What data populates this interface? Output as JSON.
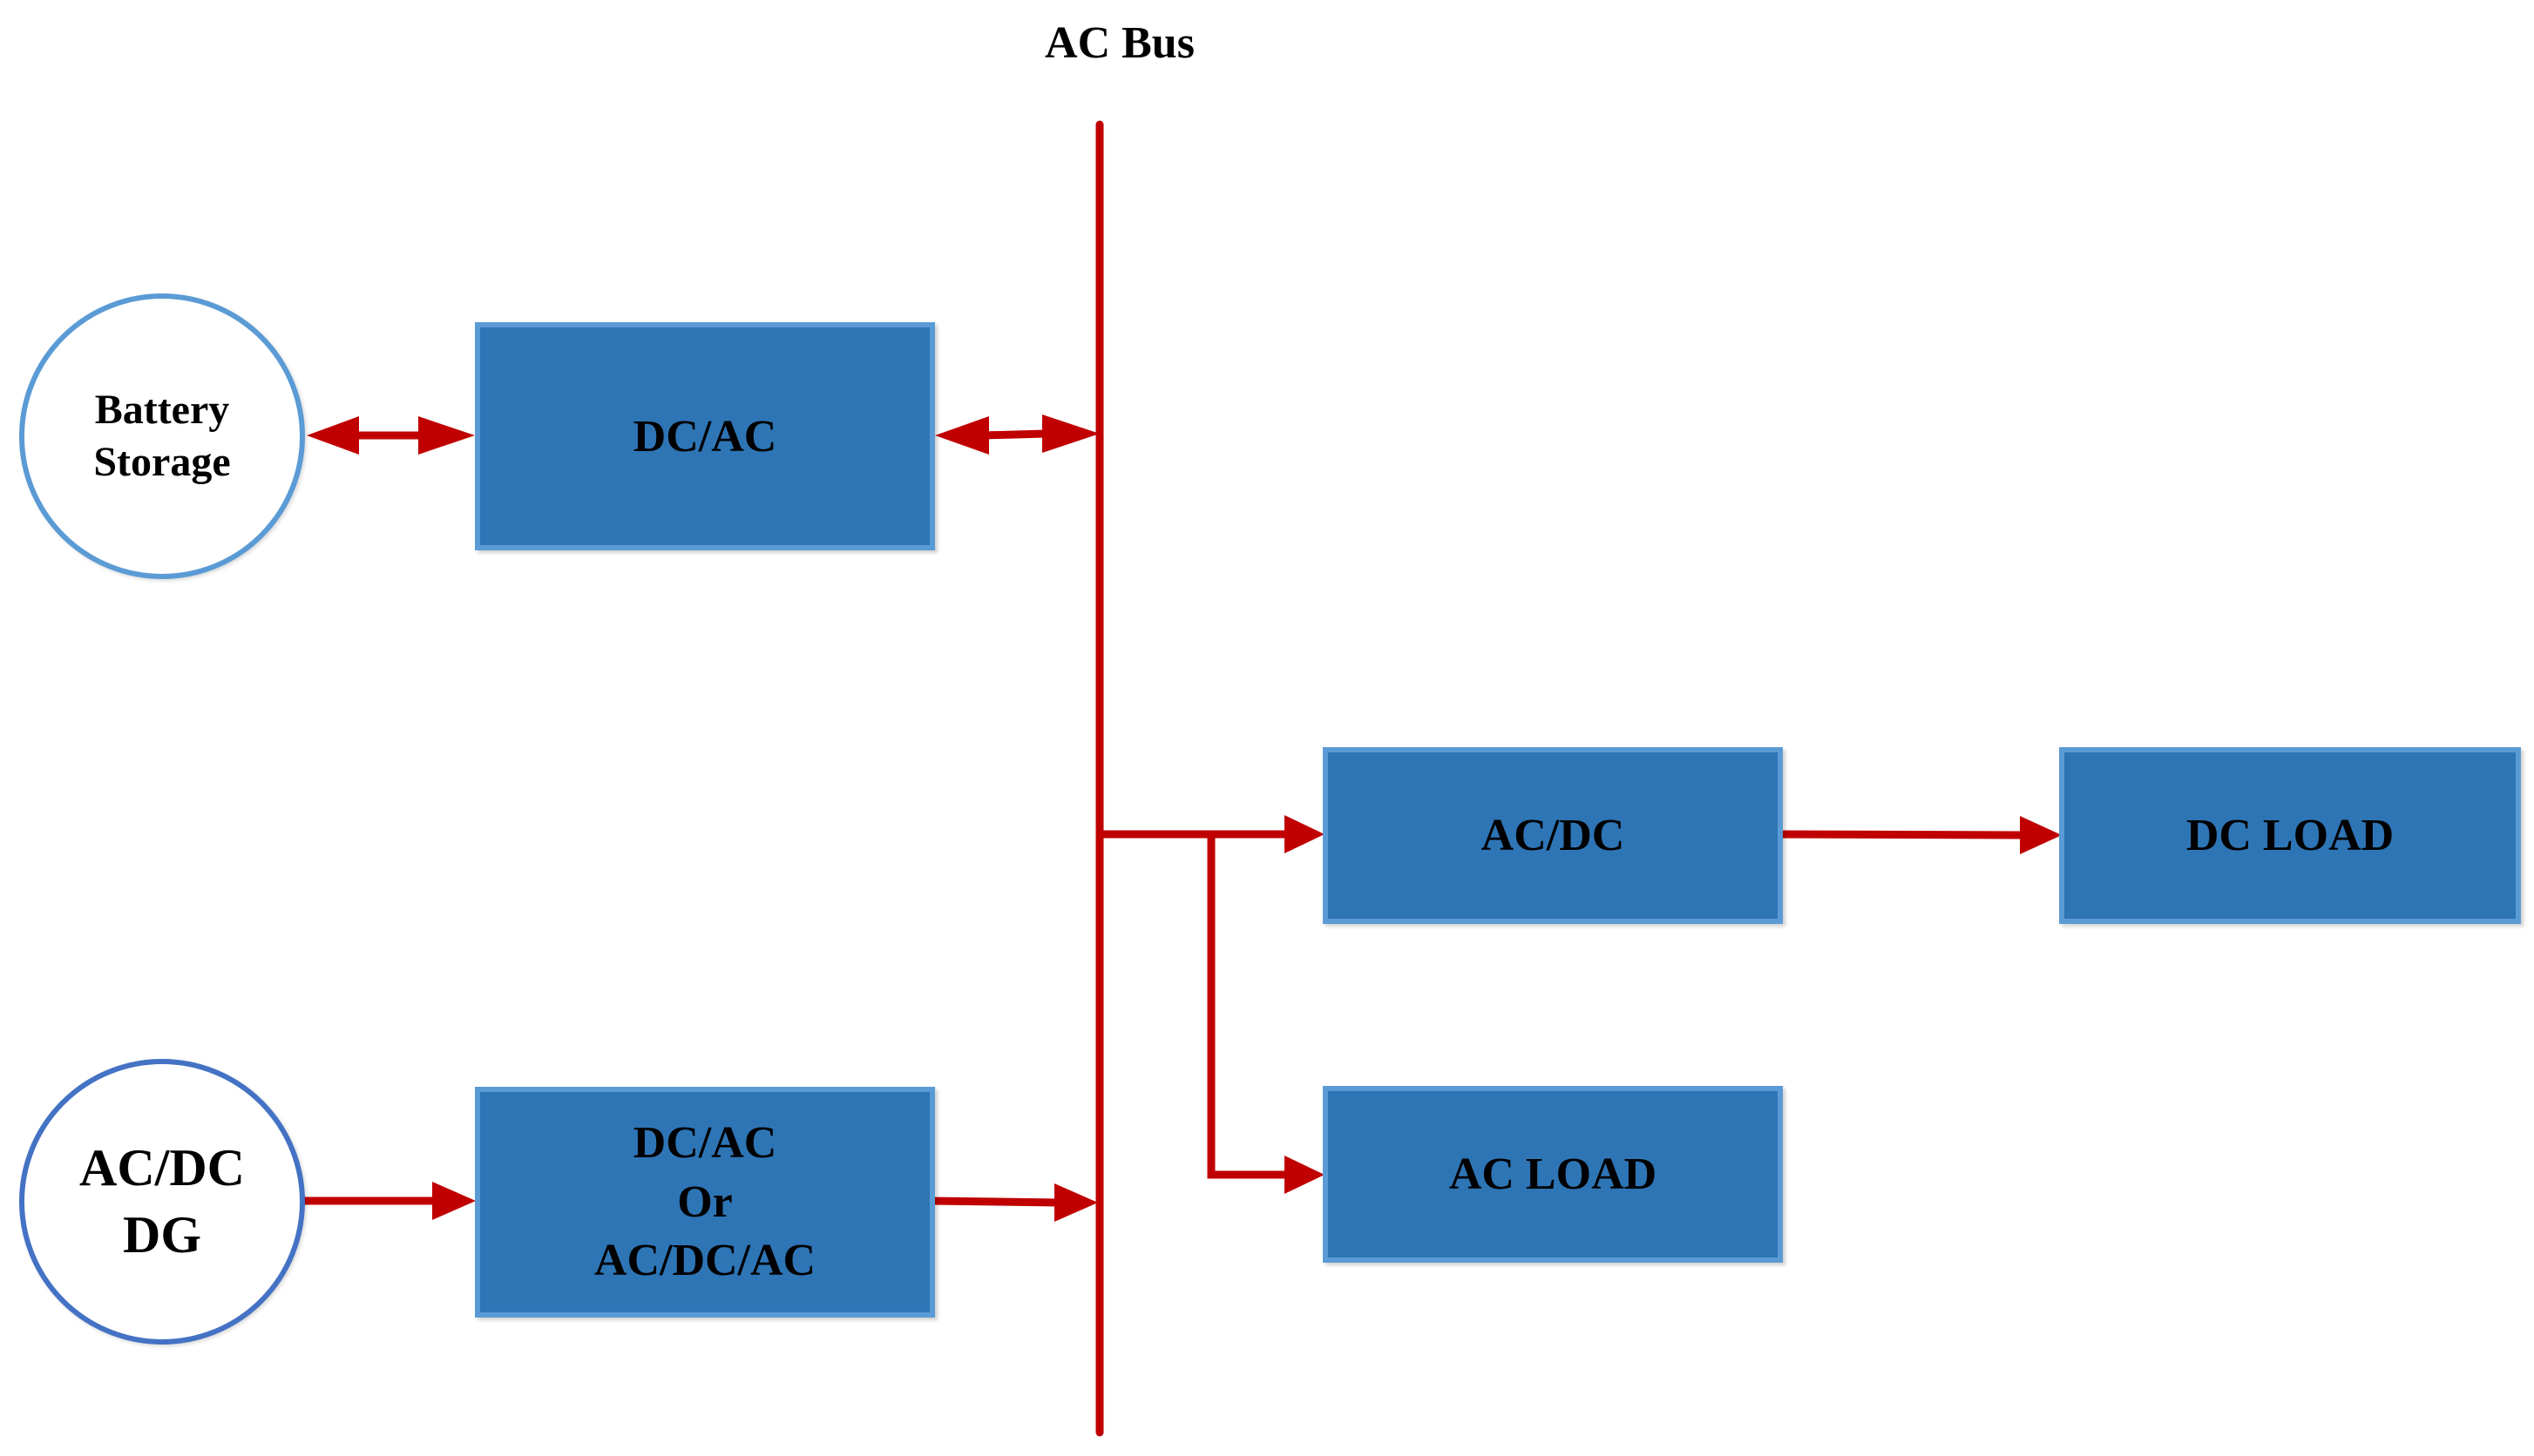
{
  "title": "AC Bus",
  "colors": {
    "bus": "#c00000",
    "arrow": "#c00000",
    "box_fill": "#2e75b6",
    "box_border": "#5b9bd5",
    "battery_border": "#5b9bd5",
    "dg_border": "#4472c4"
  },
  "nodes": {
    "battery": {
      "line1": "Battery",
      "line2": "Storage"
    },
    "dg": {
      "line1": "AC/DC",
      "line2": "DG"
    },
    "dcac_top": {
      "label": "DC/AC"
    },
    "dcac_bottom": {
      "line1": "DC/AC",
      "line2": "Or",
      "line3": "AC/DC/AC"
    },
    "acdc": {
      "label": "AC/DC"
    },
    "dc_load": {
      "label": "DC LOAD"
    },
    "ac_load": {
      "label": "AC LOAD"
    }
  },
  "connections": [
    {
      "from": "battery",
      "to": "dcac_top",
      "direction": "bidirectional"
    },
    {
      "from": "dcac_top",
      "to": "ac_bus",
      "direction": "bidirectional"
    },
    {
      "from": "dg",
      "to": "dcac_bottom",
      "direction": "forward"
    },
    {
      "from": "dcac_bottom",
      "to": "ac_bus",
      "direction": "forward"
    },
    {
      "from": "ac_bus",
      "to": "acdc",
      "direction": "forward"
    },
    {
      "from": "acdc",
      "to": "dc_load",
      "direction": "forward"
    },
    {
      "from": "ac_bus",
      "to": "ac_load",
      "direction": "forward"
    }
  ]
}
